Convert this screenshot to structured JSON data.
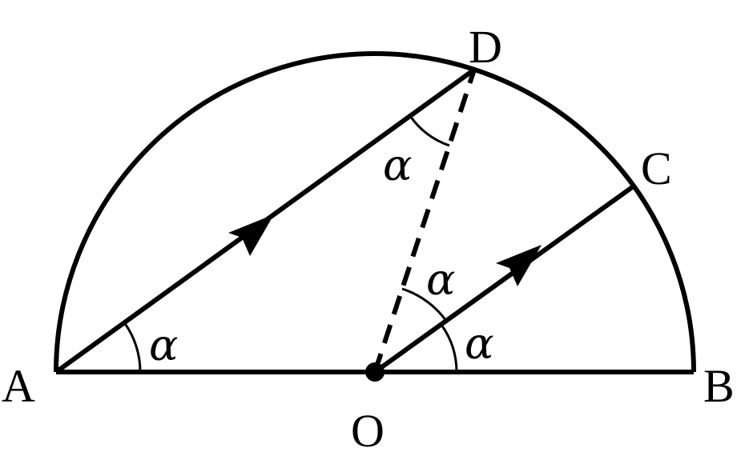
{
  "figure": {
    "points": {
      "A": "A",
      "B": "B",
      "C": "C",
      "D": "D",
      "O": "O"
    },
    "angles": {
      "at_A": "α",
      "at_D": "α",
      "at_O_between_OD_OC": "α",
      "at_O_between_OB_OC": "α"
    },
    "colors": {
      "stroke": "#000000",
      "background": "#ffffff"
    }
  }
}
